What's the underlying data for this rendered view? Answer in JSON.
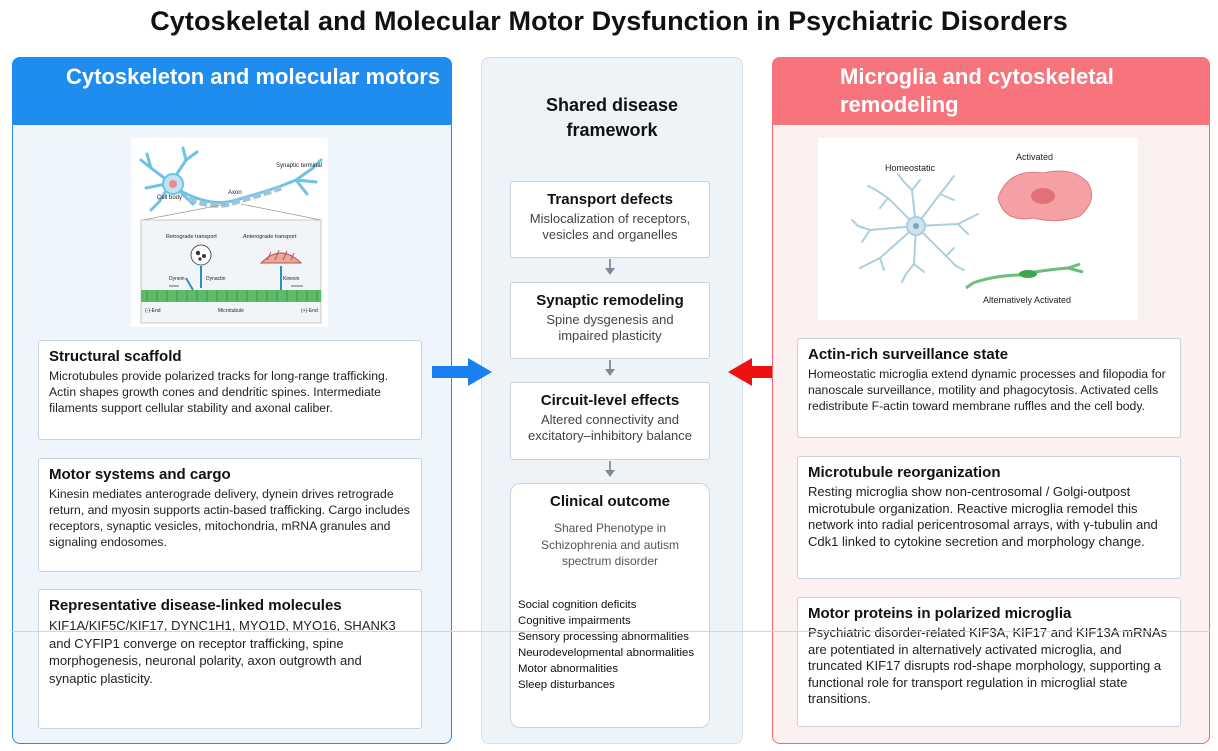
{
  "title": "Cytoskeletal and Molecular Motor Dysfunction in Psychiatric Disorders",
  "left": {
    "header": "Cytoskeleton and molecular motors",
    "figure": {
      "synaptic_terminal": "Synaptic terminal",
      "cell_body": "Cell body",
      "axon": "Axon",
      "retrograde": "Retrograde transport",
      "anterograde": "Anterograde transport",
      "dynein": "Dynein",
      "dynactin": "Dynactin",
      "kinesin": "Kinesin",
      "minus_end": "(-)-End",
      "microtubule": "Microtubule",
      "plus_end": "(+)-End"
    },
    "cards": [
      {
        "title": "Structural scaffold",
        "body": "Microtubules provide  polarized tracks for long-range trafficking. Actin shapes growth cones and dendritic spines. Intermediate filaments support cellular stability and axonal caliber."
      },
      {
        "title": "Motor systems and cargo",
        "body": "Kinesin mediates anterograde  delivery,  dynein drives retrograde  return,  and myosin supports actin-based trafficking. Cargo includes receptors, synaptic vesicles, mitochondria,  mRNA granules  and signaling endosomes."
      },
      {
        "title": "Representative disease-linked  molecules",
        "body": "KIF1A/KIF5C/KIF17,  DYNC1H1,  MYO1D,  MYO16, SHANK3 and CYFIP1 converge on receptor trafficking, spine morphogenesis, neuronal polarity, axon outgrowth and synaptic plasticity."
      }
    ]
  },
  "middle": {
    "title": "Shared disease framework",
    "boxes": [
      {
        "title": "Transport defects",
        "body": "Mislocalization of receptors, vesicles and organelles"
      },
      {
        "title": "Synaptic remodeling",
        "body": "Spine dysgenesis and impaired plasticity"
      },
      {
        "title": "Circuit-level effects",
        "body": "Altered connectivity and excitatory–inhibitory balance"
      }
    ],
    "outcome": {
      "title": "Clinical outcome",
      "subtitle": "Shared Phenotype in Schizophrenia and autism spectrum disorder",
      "items": [
        "Social cognition deficits",
        "Cognitive impairments",
        "Sensory processing abnormalities",
        "Neurodevelopmental abnormalities",
        "Motor abnormalities",
        "Sleep disturbances"
      ]
    }
  },
  "right": {
    "header": "Microglia and cytoskeletal remodeling",
    "figure": {
      "homeostatic": "Homeostatic",
      "activated": "Activated",
      "alt_activated": "Alternatively Activated"
    },
    "cards": [
      {
        "title": "Actin-rich surveillance  state",
        "body": "Homeostatic microglia extend dynamic processes and filopodia for nanoscale surveillance,  motility and phagocytosis. Activated cells redistribute F-actin toward membrane ruffles  and the cell body."
      },
      {
        "title": "Microtubule  reorganization",
        "body": "Resting microglia show non-centrosomal / Golgi-outpost microtubule organization.  Reactive microglia remodel this network into radial pericentrosomal arrays, with γ-tubulin  and Cdk1 linked to cytokine secretion and morphology  change."
      },
      {
        "title": "Motor proteins in polarized microglia",
        "body": "Psychiatric disorder-related  KIF3A,  KIF17 and KIF13A mRNAs are potentiated  in alternatively  activated microglia, and truncated KIF17 disrupts rod-shape morphology,  supporting a functional role for transport regulation  in microglial state transitions."
      }
    ]
  },
  "colors": {
    "left_accent": "#1f8cf0",
    "right_accent": "#f7747c",
    "left_arrow": "#1a7ff0",
    "right_arrow": "#ee1111"
  },
  "icons": [
    "neuron-figure-icon",
    "microglia-figure-icon",
    "right-arrow-icon",
    "left-arrow-icon",
    "down-arrow-icon"
  ]
}
